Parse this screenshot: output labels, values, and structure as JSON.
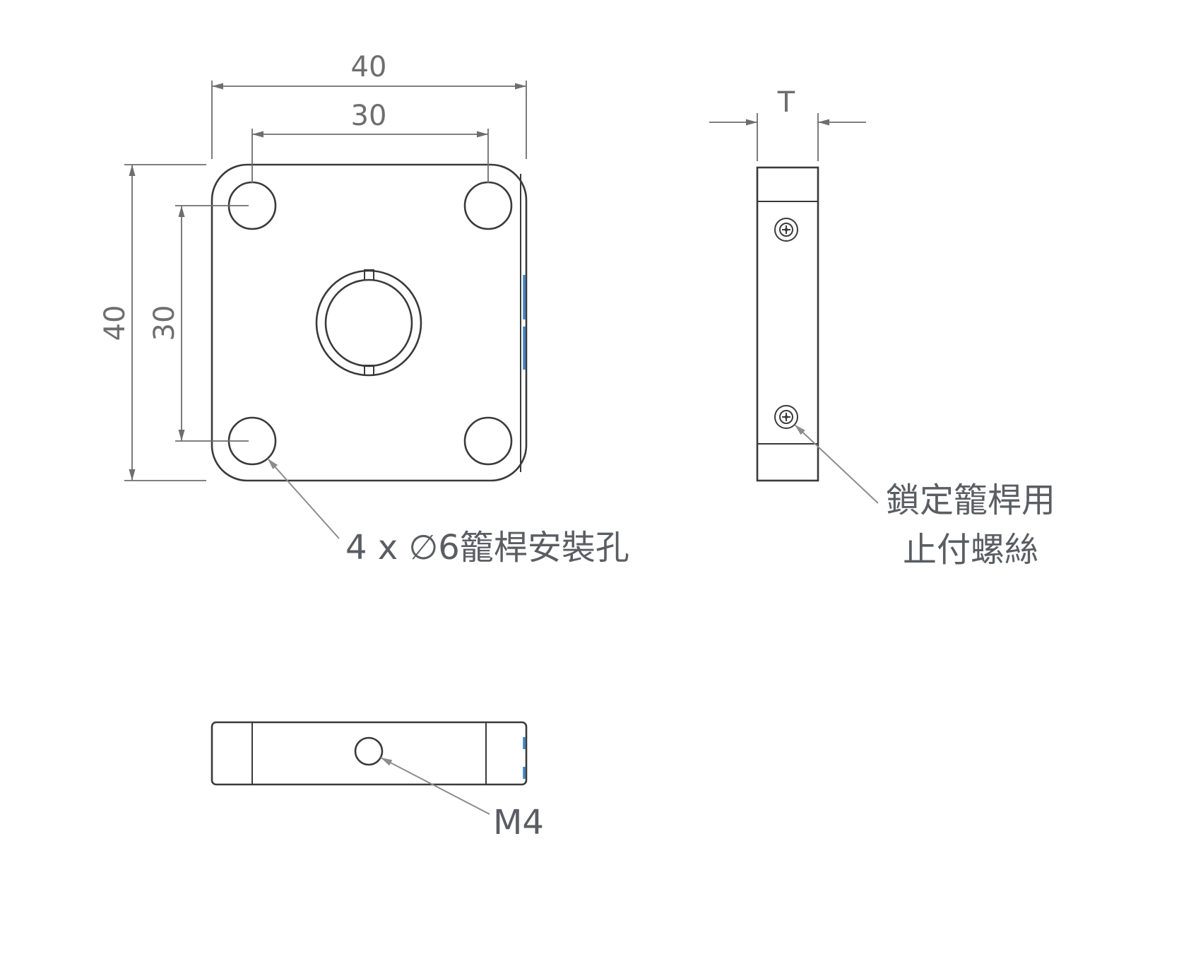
{
  "front_view": {
    "dims": {
      "outer_width": "40",
      "hole_spacing_width": "30",
      "outer_height": "40",
      "hole_spacing_height": "30"
    },
    "annotation_mounting_holes": "4 x ∅6籠桿安裝孔"
  },
  "side_view": {
    "dims": {
      "thickness": "T"
    },
    "annotation_setscrew_line1": "鎖定籠桿用",
    "annotation_setscrew_line2": "止付螺絲"
  },
  "bottom_view": {
    "annotation_thread": "M4"
  },
  "colors": {
    "outline": "#3a3a3a",
    "dimension": "#6e6e6e",
    "annotation_text": "#5a5e63",
    "leader": "#8c8c8c",
    "highlight_blue": "#3d85c8"
  }
}
